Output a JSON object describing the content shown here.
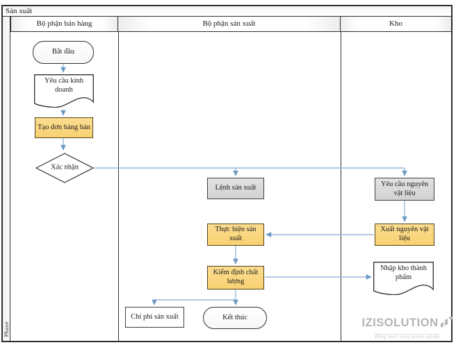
{
  "title": "Sản xuất",
  "phase_label": "Phase",
  "lanes": [
    {
      "id": "sales",
      "label": "Bộ phận bán hàng"
    },
    {
      "id": "production",
      "label": "Bộ phận sản xuất"
    },
    {
      "id": "warehouse",
      "label": "Kho"
    }
  ],
  "nodes": {
    "start": {
      "label": "Bắt đầu",
      "type": "terminator",
      "lane": "sales"
    },
    "sales_request": {
      "label": "Yêu cầu kinh doanh",
      "type": "document",
      "lane": "sales"
    },
    "create_sales_order": {
      "label": "Tạo đơn hàng bán",
      "type": "process",
      "fill": "orange",
      "lane": "sales"
    },
    "confirm": {
      "label": "Xác nhận",
      "type": "decision",
      "lane": "sales"
    },
    "production_order": {
      "label": "Lệnh sản xuất",
      "type": "process",
      "fill": "gray",
      "lane": "production"
    },
    "material_request": {
      "label": "Yêu cầu nguyên vật liệu",
      "type": "process",
      "fill": "gray",
      "lane": "warehouse"
    },
    "execute_production": {
      "label": "Thực hiện sản xuất",
      "type": "process",
      "fill": "orange",
      "lane": "production"
    },
    "material_issue": {
      "label": "Xuất nguyên vật liệu",
      "type": "process",
      "fill": "orange",
      "lane": "warehouse"
    },
    "quality_check": {
      "label": "Kiểm định chất lượng",
      "type": "process",
      "fill": "orange",
      "lane": "production"
    },
    "finished_goods_receipt": {
      "label": "Nhập kho thành phẩm",
      "type": "document",
      "lane": "warehouse"
    },
    "production_cost": {
      "label": "Chi phí sản xuất",
      "type": "process",
      "fill": "white",
      "lane": "production"
    },
    "end": {
      "label": "Kết thúc",
      "type": "terminator",
      "lane": "production"
    }
  },
  "edges": [
    {
      "from": "start",
      "to": "sales_request"
    },
    {
      "from": "sales_request",
      "to": "create_sales_order"
    },
    {
      "from": "create_sales_order",
      "to": "confirm"
    },
    {
      "from": "confirm",
      "to": "production_order"
    },
    {
      "from": "confirm",
      "to": "material_request"
    },
    {
      "from": "material_request",
      "to": "material_issue"
    },
    {
      "from": "material_issue",
      "to": "execute_production"
    },
    {
      "from": "execute_production",
      "to": "quality_check"
    },
    {
      "from": "quality_check",
      "to": "finished_goods_receipt"
    },
    {
      "from": "quality_check",
      "to": "production_cost"
    },
    {
      "from": "quality_check",
      "to": "end"
    }
  ],
  "logo": {
    "name": "IZISOLUTION",
    "tagline": "Đồng hành cùng doanh nghiệp"
  },
  "colors": {
    "orange_fill": "#F8D172",
    "gray_fill": "#D9D9D9",
    "connector": "#9CB9D7",
    "arrowhead": "#6E9AC5",
    "grid_line": "#2E2E2E",
    "logo_gray": "#B4B4B4"
  }
}
